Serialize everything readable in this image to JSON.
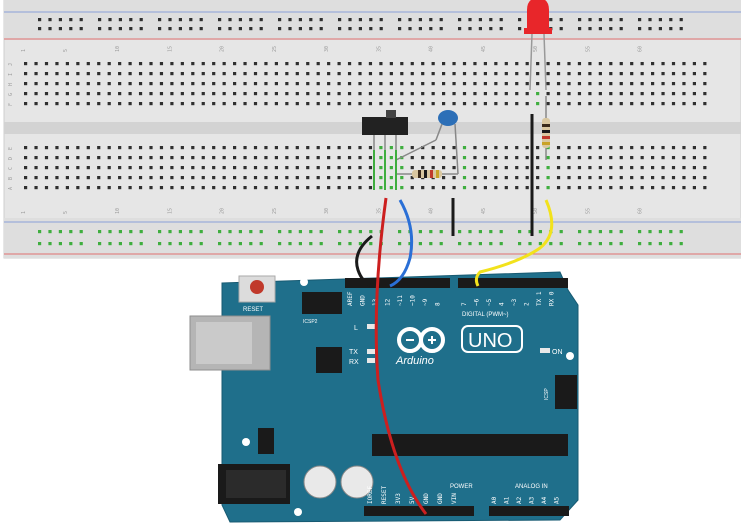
{
  "breadboard": {
    "column_numbers_top": [
      "1",
      "5",
      "10",
      "15",
      "20",
      "25",
      "30",
      "35",
      "40",
      "45",
      "50",
      "55",
      "60"
    ],
    "column_numbers_bottom": [
      "1",
      "5",
      "10",
      "15",
      "20",
      "25",
      "30",
      "35",
      "40",
      "45",
      "50",
      "55",
      "60"
    ],
    "row_letters_top": [
      "J",
      "I",
      "H",
      "G",
      "F"
    ],
    "row_letters_bottom": [
      "E",
      "D",
      "C",
      "B",
      "A"
    ]
  },
  "components": {
    "led_color": "#e8262a",
    "switch_color": "#222222",
    "capacitor_color": "#2c6fb7"
  },
  "wires": {
    "red": "#cc1f1f",
    "blue": "#2a6fd6",
    "black": "#1a1a1a",
    "yellow": "#f2e21c",
    "green": "#3fae3f"
  },
  "arduino": {
    "board_color": "#1f6f8b",
    "brand": "Arduino",
    "model": "UNO",
    "reset_label": "RESET",
    "icsp_label": "ICSP2",
    "icsp1_label": "ICSP",
    "led_l": "L",
    "led_tx": "TX",
    "led_rx": "RX",
    "led_on": "ON",
    "digital_label": "DIGITAL (PWM~)",
    "power_label": "POWER",
    "analog_label": "ANALOG IN",
    "digital_pins_left": [
      "AREF",
      "GND",
      "13",
      "12",
      "~11",
      "~10",
      "~9",
      "8"
    ],
    "digital_pins_right": [
      "7",
      "~6",
      "~5",
      "4",
      "~3",
      "2",
      "TX 1",
      "RX 0"
    ],
    "power_pins": [
      "IOREF",
      "RESET",
      "3V3",
      "5V",
      "GND",
      "GND",
      "VIN"
    ],
    "analog_pins": [
      "A0",
      "A1",
      "A2",
      "A3",
      "A4",
      "A5"
    ]
  }
}
